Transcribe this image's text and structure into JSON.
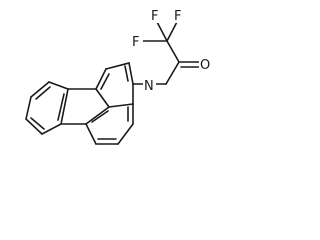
{
  "molecule": {
    "atoms": {
      "fluorine_top_left": "F",
      "fluorine_top_right": "F",
      "fluorine_left": "F",
      "oxygen": "O",
      "nitrogen": "N"
    }
  }
}
